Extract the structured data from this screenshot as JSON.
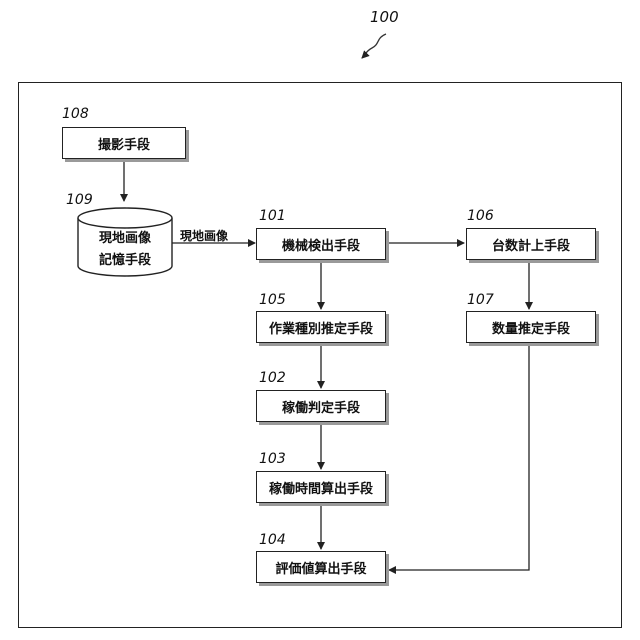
{
  "figure_ref": "100",
  "nodes": {
    "n108": {
      "ref": "108",
      "label": "撮影手段"
    },
    "n109": {
      "ref": "109",
      "label_line1": "現地画像",
      "label_line2": "記憶手段"
    },
    "n101": {
      "ref": "101",
      "label": "機械検出手段"
    },
    "n106": {
      "ref": "106",
      "label": "台数計上手段"
    },
    "n105": {
      "ref": "105",
      "label": "作業種別推定手段"
    },
    "n107": {
      "ref": "107",
      "label": "数量推定手段"
    },
    "n102": {
      "ref": "102",
      "label": "稼働判定手段"
    },
    "n103": {
      "ref": "103",
      "label": "稼働時間算出手段"
    },
    "n104": {
      "ref": "104",
      "label": "評価値算出手段"
    }
  },
  "edges": {
    "e109_101_label": "現地画像"
  }
}
